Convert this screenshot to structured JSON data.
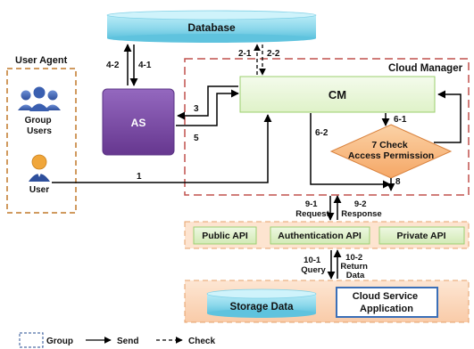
{
  "nodes": {
    "database": "Database",
    "cloud_manager": "Cloud Manager",
    "user_agent": "User Agent",
    "group_users": [
      "Group",
      "Users"
    ],
    "user": "User",
    "as": "AS",
    "cm": "CM",
    "check_access": [
      "7  Check",
      "Access Permission"
    ],
    "public_api": "Public API",
    "auth_api": "Authentication API",
    "private_api": "Private API",
    "storage_data": "Storage Data",
    "cloud_service_app": [
      "Cloud Service",
      "Application"
    ]
  },
  "edges": {
    "e4_2": "4-2",
    "e4_1": "4-1",
    "e2_1": "2-1",
    "e2_2": "2-2",
    "e3": "3",
    "e5": "5",
    "e1": "1",
    "e6_1": "6-1",
    "e6_2": "6-2",
    "e8": "8",
    "e9_1": [
      "9-1",
      "Request"
    ],
    "e9_2": [
      "9-2",
      "Response"
    ],
    "e10_1": [
      "10-1",
      "Query"
    ],
    "e10_2": [
      "10-2",
      "Return",
      "Data"
    ]
  },
  "legend": {
    "group": "Group",
    "send": "Send",
    "check": "Check"
  },
  "colors": {
    "cloud_manager_border": "#c0504d",
    "user_agent_border": "#c0782a",
    "database_fill": "#8fd9ec",
    "cm_fill": "#e9f7d8",
    "as_fill": "#7e4fa6",
    "diamond_fill": "#f7b980",
    "api_fill": "#dff0c8",
    "lower_band_fill": "#fbd7bd",
    "app_border": "#3a6fb8",
    "legend_group_border": "#4f6fa8"
  }
}
